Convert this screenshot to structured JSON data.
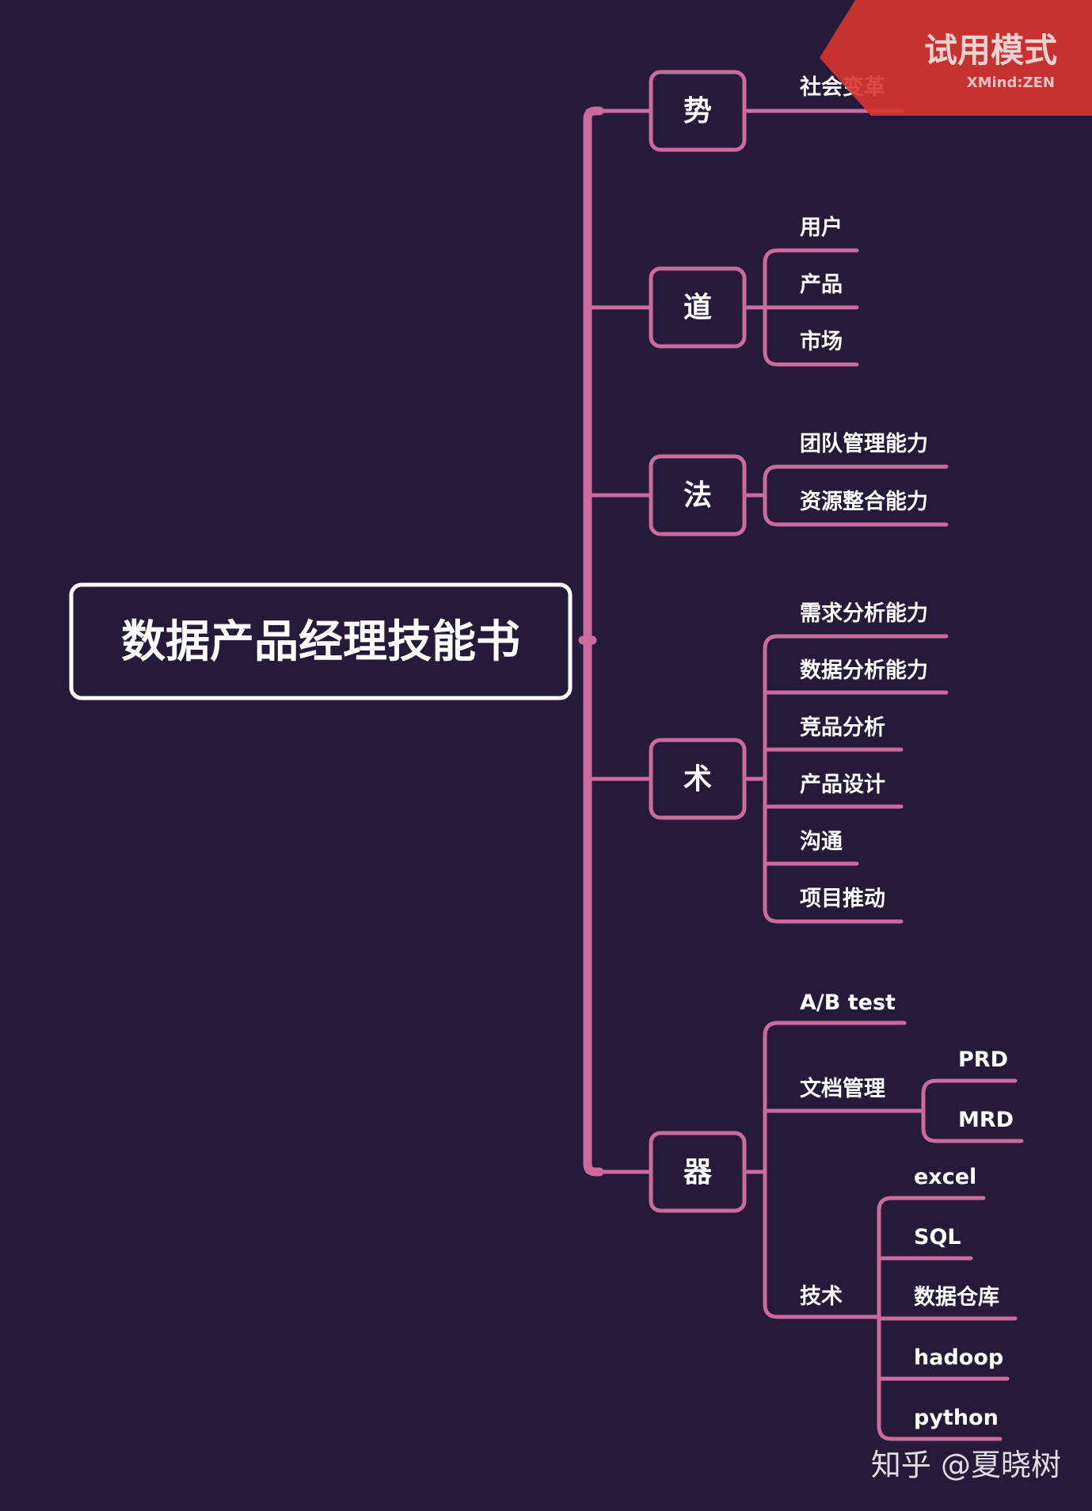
{
  "root": {
    "label": "数据产品经理技能书"
  },
  "branches": [
    {
      "label": "势",
      "children": [
        {
          "label": "社会变革"
        }
      ]
    },
    {
      "label": "道",
      "children": [
        {
          "label": "用户"
        },
        {
          "label": "产品"
        },
        {
          "label": "市场"
        }
      ]
    },
    {
      "label": "法",
      "children": [
        {
          "label": "团队管理能力"
        },
        {
          "label": "资源整合能力"
        }
      ]
    },
    {
      "label": "术",
      "children": [
        {
          "label": "需求分析能力"
        },
        {
          "label": "数据分析能力"
        },
        {
          "label": "竞品分析"
        },
        {
          "label": "产品设计"
        },
        {
          "label": "沟通"
        },
        {
          "label": "项目推动"
        }
      ]
    },
    {
      "label": "器",
      "children": [
        {
          "label": "A/B test"
        },
        {
          "label": "文档管理",
          "children": [
            {
              "label": "PRD"
            },
            {
              "label": "MRD"
            }
          ]
        },
        {
          "label": "技术",
          "children": [
            {
              "label": "excel"
            },
            {
              "label": "SQL"
            },
            {
              "label": "数据仓库"
            },
            {
              "label": "hadoop"
            },
            {
              "label": "python"
            }
          ]
        }
      ]
    }
  ],
  "watermark": {
    "title": "试用模式",
    "subtitle": "XMind:ZEN"
  },
  "credit": "知乎 @夏晓树",
  "colors": {
    "background": "#261a3a",
    "connector": "#cc6a9e",
    "root_border": "#ffffff",
    "watermark": "#d8352f"
  }
}
